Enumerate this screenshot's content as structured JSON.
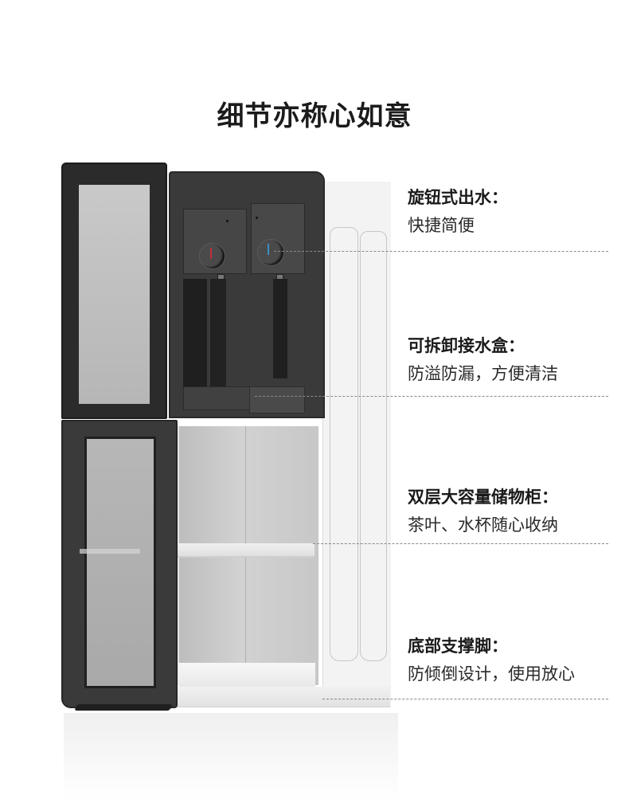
{
  "page": {
    "title": "细节亦称心如意"
  },
  "colors": {
    "background": "#ffffff",
    "cabinet_dark": "#3c3c3c",
    "door_frame": "#2b2b2b",
    "glass": "#bdbdbd",
    "body_white": "#f0f0f0",
    "interior": "#c9c9c9",
    "hot_indicator": "#c0303a",
    "cold_indicator": "#3a8fc0",
    "leader_line": "#8a8a8a"
  },
  "product": {
    "name": "water-dispenser-cabinet",
    "knobs": [
      {
        "name": "hot-water-knob",
        "indicator": "hot"
      },
      {
        "name": "warm-water-knob",
        "indicator": "cold"
      }
    ]
  },
  "features": [
    {
      "title": "旋钮式出水：",
      "description": "快捷简便"
    },
    {
      "title": "可拆卸接水盒：",
      "description": "防溢防漏，方便清洁"
    },
    {
      "title": "双层大容量储物柜：",
      "description": "茶叶、水杯随心收纳"
    },
    {
      "title": "底部支撑脚：",
      "description": "防倾倒设计，使用放心"
    }
  ]
}
